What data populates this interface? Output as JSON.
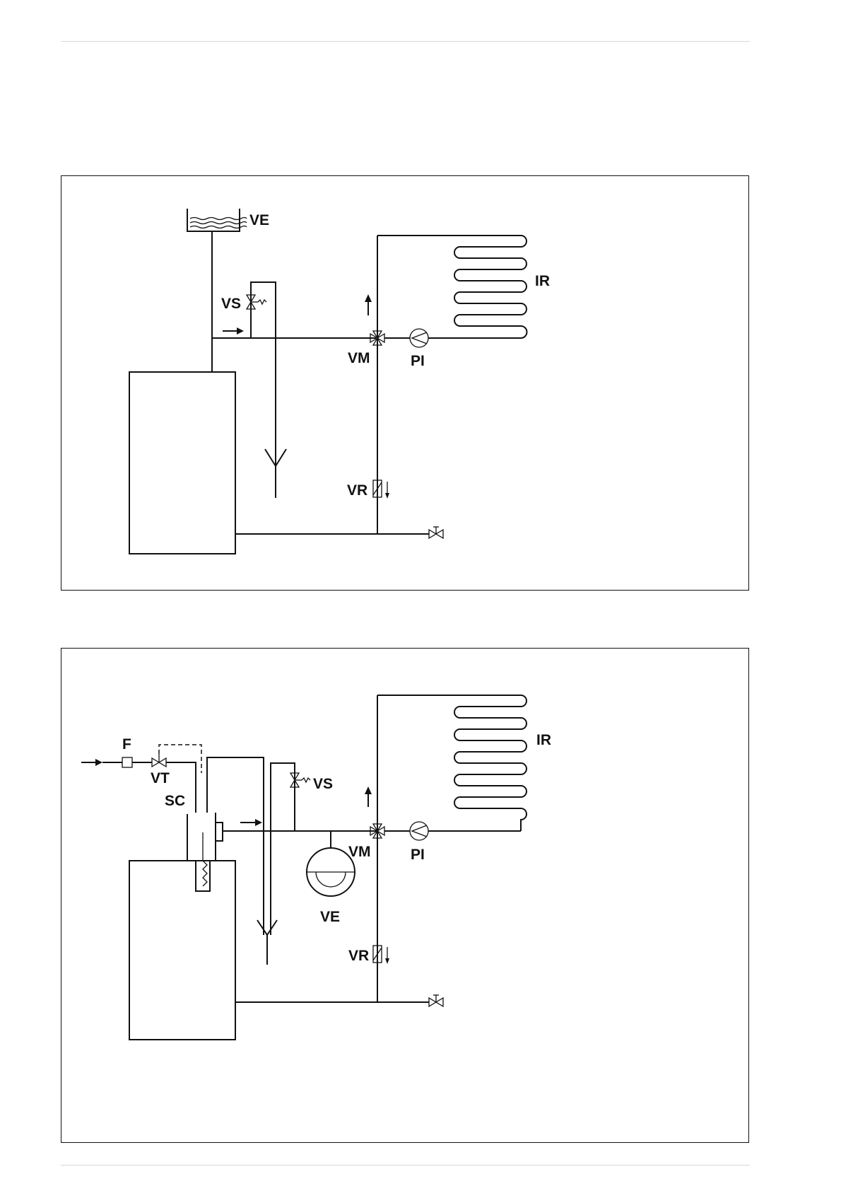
{
  "diagram1": {
    "labels": {
      "expansion_vessel": "VE",
      "safety_valve": "VS",
      "mixing_valve": "VM",
      "pump": "PI",
      "radiant_system": "IR",
      "check_valve": "VR"
    }
  },
  "diagram2": {
    "labels": {
      "filter": "F",
      "thermostatic_valve": "VT",
      "heat_exchanger": "SC",
      "safety_valve": "VS",
      "mixing_valve": "VM",
      "pump": "PI",
      "radiant_system": "IR",
      "expansion_vessel": "VE",
      "check_valve": "VR"
    }
  }
}
